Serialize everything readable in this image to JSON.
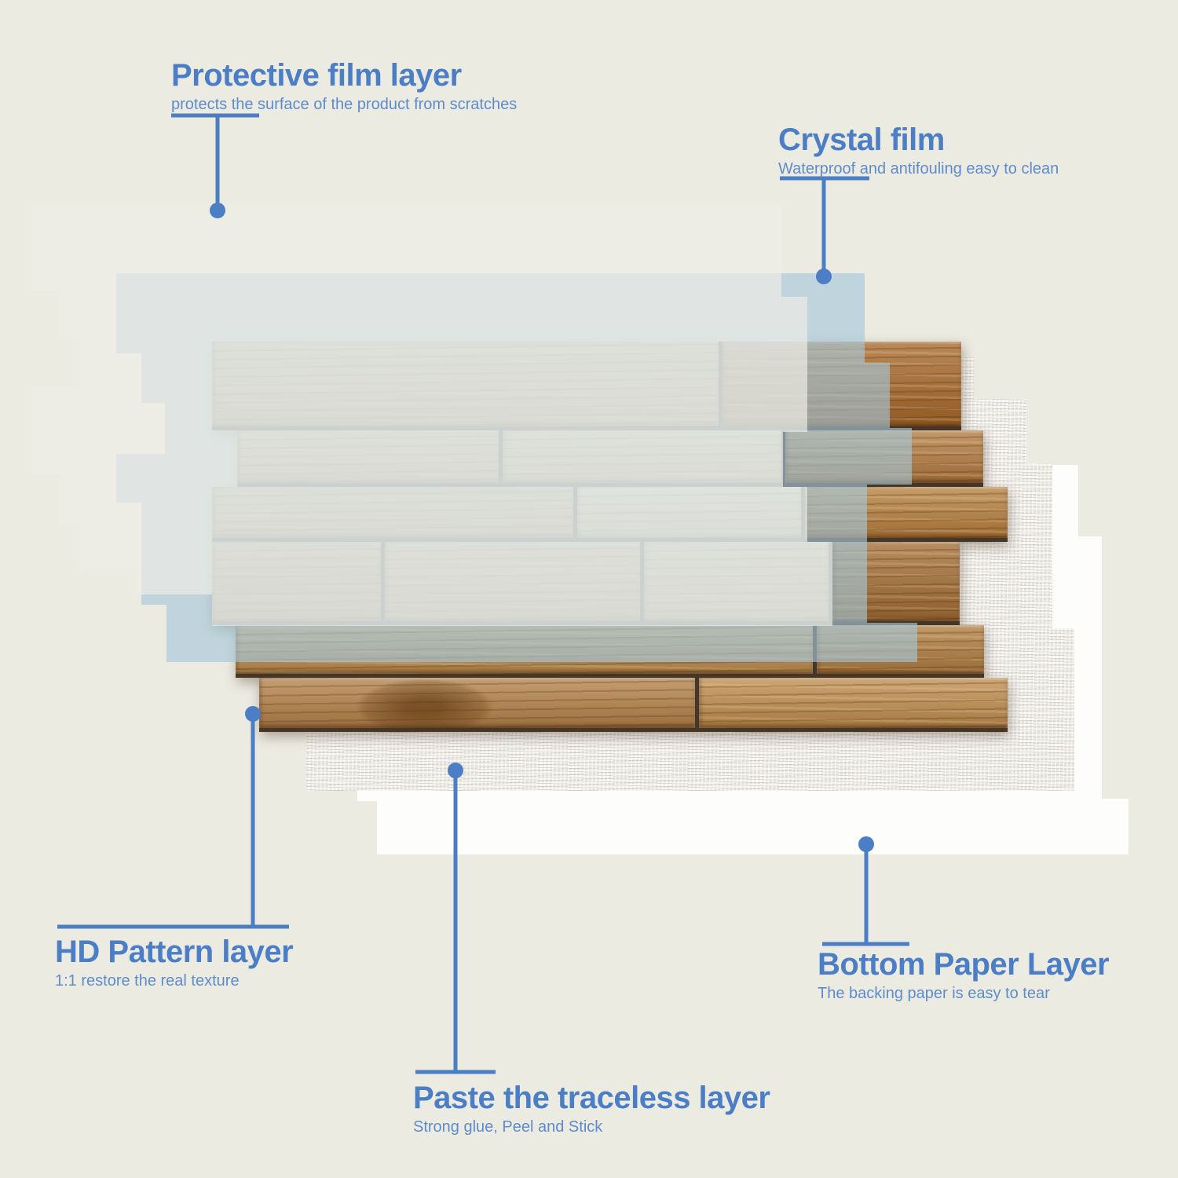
{
  "colors": {
    "background": "#ECEBE2",
    "accent": "#4C7EC6",
    "accent_light": "#5E8CCB",
    "bottom_paper": "#FDFDFC",
    "paste_paper": "#F3F1ED",
    "crystal_tint": "rgba(174,210,229,0.58)",
    "protective_tint": "rgba(253,252,246,0.62)",
    "plank_seam": "#45362A",
    "wood_palette": [
      [
        "#C8A775",
        "#9E6127"
      ],
      [
        "#C9A873",
        "#D2B384",
        "#AC7642"
      ],
      [
        "#C3A372",
        "#E0C9A4",
        "#B07B3E"
      ],
      [
        "#B78C55",
        "#C49C66",
        "#CBA877",
        "#9A6734"
      ],
      [
        "#B88C52",
        "#A87840"
      ],
      [
        "#AD7E4C",
        "#B98A50"
      ]
    ]
  },
  "callouts": {
    "protective": {
      "title": "Protective film layer",
      "subtitle": "protects the surface of the product from scratches"
    },
    "crystal": {
      "title": "Crystal film",
      "subtitle": "Waterproof and antifouling easy to clean"
    },
    "hd_pattern": {
      "title": "HD Pattern layer",
      "subtitle": "1:1 restore the real texture"
    },
    "paste": {
      "title": "Paste the traceless layer",
      "subtitle": "Strong glue, Peel and Stick"
    },
    "bottom_paper": {
      "title": "Bottom Paper Layer",
      "subtitle": "The backing paper is easy to tear"
    }
  }
}
